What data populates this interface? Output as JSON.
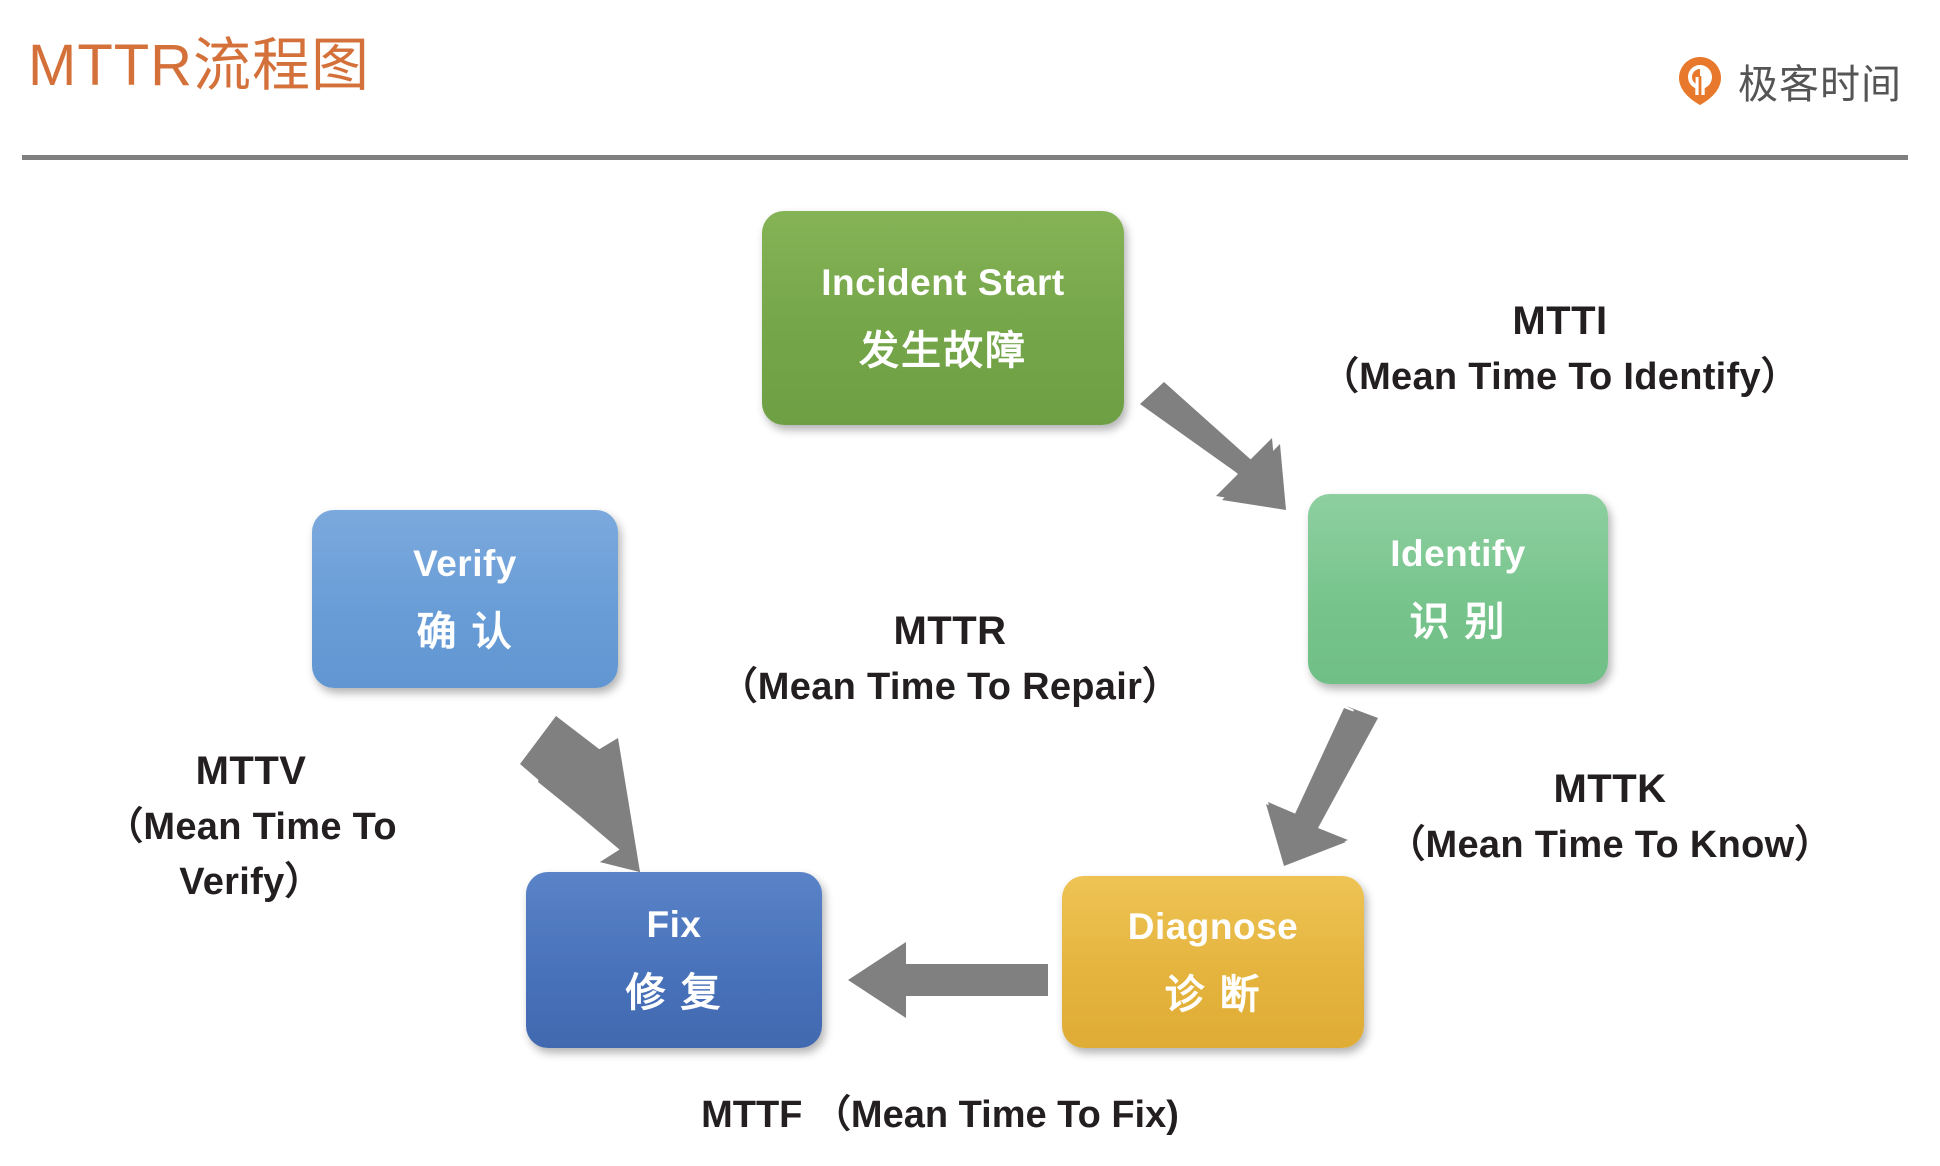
{
  "header": {
    "title": "MTTR流程图",
    "title_color": "#d4713a",
    "brand_name": "极客时间",
    "brand_mark_icon": "geektime-logo-icon",
    "rule_color": "#808080"
  },
  "diagram": {
    "type": "cycle-flowchart",
    "nodes": [
      {
        "id": "incident",
        "en": "Incident Start",
        "zh": "发生故障",
        "color": "#74a548"
      },
      {
        "id": "identify",
        "en": "Identify",
        "zh": "识 别",
        "color": "#76c48c"
      },
      {
        "id": "diagnose",
        "en": "Diagnose",
        "zh": "诊 断",
        "color": "#e4b33d"
      },
      {
        "id": "fix",
        "en": "Fix",
        "zh": "修 复",
        "color": "#4771b9"
      },
      {
        "id": "verify",
        "en": "Verify",
        "zh": "确 认",
        "color": "#689cd6"
      }
    ],
    "arrows": [
      {
        "id": "incident-identify",
        "from": "incident",
        "to": "identify",
        "direction": "down-right",
        "color": "#808080"
      },
      {
        "id": "identify-diagnose",
        "from": "identify",
        "to": "diagnose",
        "direction": "down-left",
        "color": "#808080"
      },
      {
        "id": "diagnose-fix",
        "from": "diagnose",
        "to": "fix",
        "direction": "left",
        "color": "#808080"
      },
      {
        "id": "fix-verify",
        "from": "fix",
        "to": "verify",
        "direction": "up-left",
        "color": "#808080"
      }
    ],
    "metrics": [
      {
        "id": "mtti",
        "abbr": "MTTI",
        "full": "（Mean Time To Identify）",
        "edge": "incident-identify"
      },
      {
        "id": "mttr",
        "abbr": "MTTR",
        "full": "（Mean Time To Repair）",
        "edge": "overall"
      },
      {
        "id": "mttk",
        "abbr": "MTTK",
        "full": "（Mean Time To Know）",
        "edge": "identify-diagnose"
      },
      {
        "id": "mttv",
        "abbr": "MTTV",
        "full": "（Mean Time To Verify）",
        "edge": "fix-verify"
      },
      {
        "id": "mttf",
        "abbr": "MTTF",
        "full": "（Mean Time To Fix)",
        "combined": "MTTF （Mean Time To Fix)",
        "edge": "diagnose-fix"
      }
    ]
  }
}
